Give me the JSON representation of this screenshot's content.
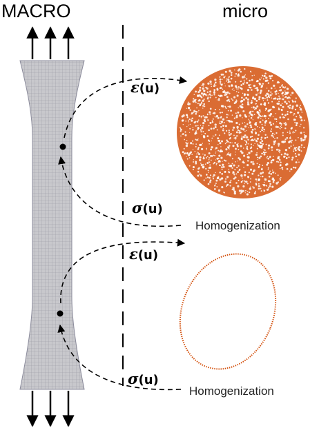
{
  "headers": {
    "macro": "MACRO",
    "micro": "micro"
  },
  "upper": {
    "strain_symbol": "ε",
    "strain_arg": "(u)",
    "stress_symbol": "σ",
    "stress_arg": "(u)",
    "homogenization": "Homogenization"
  },
  "lower": {
    "strain_symbol": "ε",
    "strain_arg": "(u)",
    "stress_symbol": "σ",
    "stress_arg": "(u)",
    "homogenization": "Homogenization"
  },
  "colors": {
    "micro_orange": "#d4520f",
    "specimen_fill": "#c8c8cc",
    "mesh": "#9a9aa2"
  }
}
